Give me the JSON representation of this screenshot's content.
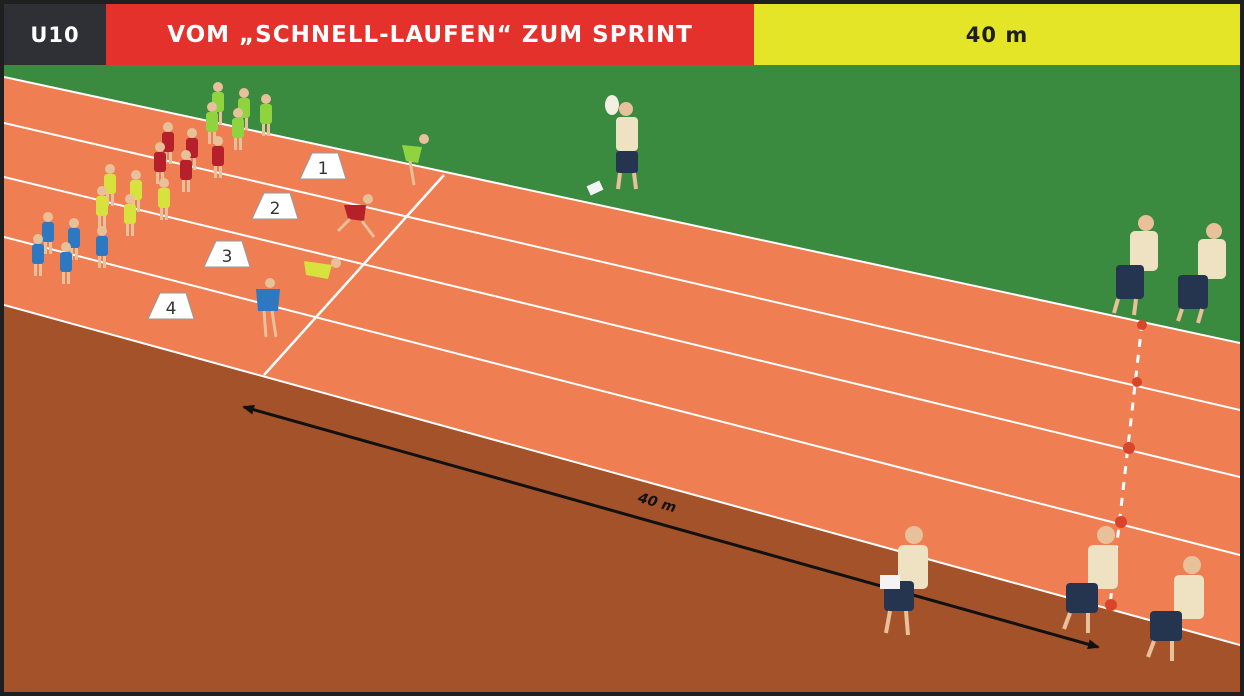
{
  "header": {
    "level": "U10",
    "title": "VOM „SCHNELL-LAUFEN“ ZUM SPRINT",
    "distance": "40 m"
  },
  "scene": {
    "distance_label": "40 m",
    "lane_numbers": [
      "1",
      "2",
      "3",
      "4"
    ],
    "colors": {
      "field": "#3a8a3f",
      "track": "#ef7e52",
      "apron": "#a4522a",
      "lane_line": "#ffffff",
      "team_lane_1": "#8fd33f",
      "team_lane_2": "#b5202a",
      "team_lane_3": "#d8e23e",
      "team_lane_4": "#2e78c2",
      "cone": "#d8452a"
    }
  }
}
